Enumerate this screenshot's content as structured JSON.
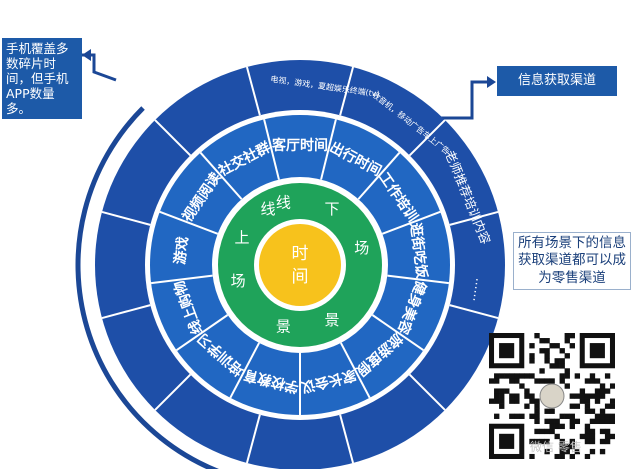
{
  "callouts": {
    "left": "手机覆盖多数碎片时间，但手机APP数量多。",
    "right": "信息获取渠道",
    "note": "所有场景下的信息获取渠道都可以成为零售渠道"
  },
  "center": {
    "line1": "时",
    "line2": "间"
  },
  "ring_chars": [
    {
      "text": "线",
      "angle": -30
    },
    {
      "text": "下",
      "angle": 30
    },
    {
      "text": "场",
      "angle": 75
    },
    {
      "text": "景",
      "angle": 150
    },
    {
      "text": "场",
      "angle": -105
    },
    {
      "text": "上",
      "angle": -65
    },
    {
      "text": "线",
      "angle": -15
    },
    {
      "text": "景",
      "angle": 195
    }
  ],
  "segments": [
    {
      "text": "客厅时间"
    },
    {
      "text": "出行时间"
    },
    {
      "text": "工作培训"
    },
    {
      "text": "逛街吃饭"
    },
    {
      "text": "健身美容"
    },
    {
      "text": "旅游度假"
    },
    {
      "text": "家长会议"
    },
    {
      "text": "学校教育"
    },
    {
      "text": "培训学习"
    },
    {
      "text": "线上购物"
    },
    {
      "text": "游戏"
    },
    {
      "text": "视频阅读"
    },
    {
      "text": "社交社群"
    }
  ],
  "outer_labels": [
    {
      "text": "电视，游戏，夏超娱乐终端(tv)"
    },
    {
      "text": "收音机，移动广告车上广告"
    },
    {
      "text": "老师推荐培训内容"
    },
    {
      "text": "……"
    }
  ],
  "colors": {
    "outer_ring": "#1e4fa8",
    "inner_ring": "#2167c2",
    "green_ring": "#1fa35a",
    "center": "#f7c21c",
    "callout": "#1d5aa8"
  },
  "watermark": "微信 零售"
}
